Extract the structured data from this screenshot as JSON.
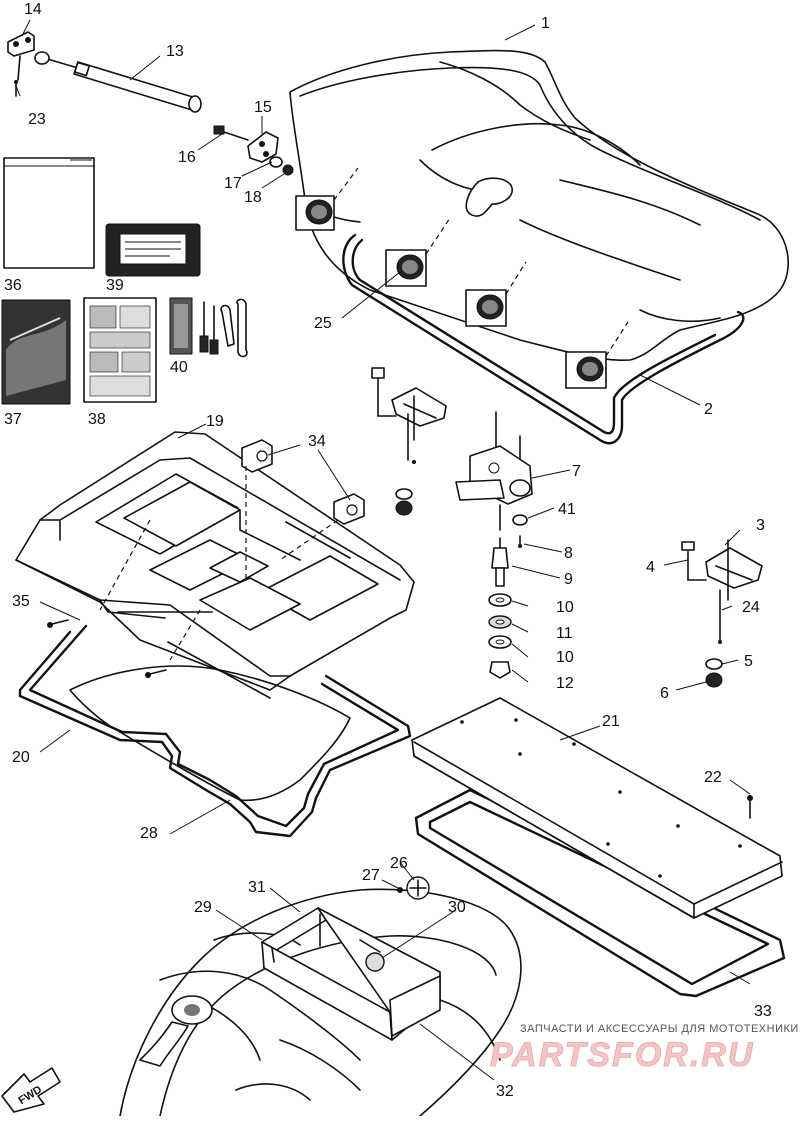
{
  "callouts": [
    "1",
    "2",
    "3",
    "4",
    "5",
    "6",
    "7",
    "8",
    "9",
    "10",
    "11",
    "10",
    "12",
    "13",
    "14",
    "15",
    "16",
    "17",
    "18",
    "19",
    "20",
    "21",
    "22",
    "23",
    "24",
    "25",
    "26",
    "27",
    "28",
    "29",
    "30",
    "31",
    "32",
    "33",
    "34",
    "35",
    "36",
    "37",
    "38",
    "39",
    "40",
    "41"
  ],
  "watermark": {
    "top_text": "ЗАПЧАСТИ И АКСЕССУАРЫ ДЛЯ МОТОТЕХНИКИ",
    "brand_text": "PARTSFOR.RU"
  },
  "direction_arrow": "FWD",
  "colors": {
    "line": "#111111",
    "background": "#ffffff",
    "watermark": "#e9a6a6"
  }
}
